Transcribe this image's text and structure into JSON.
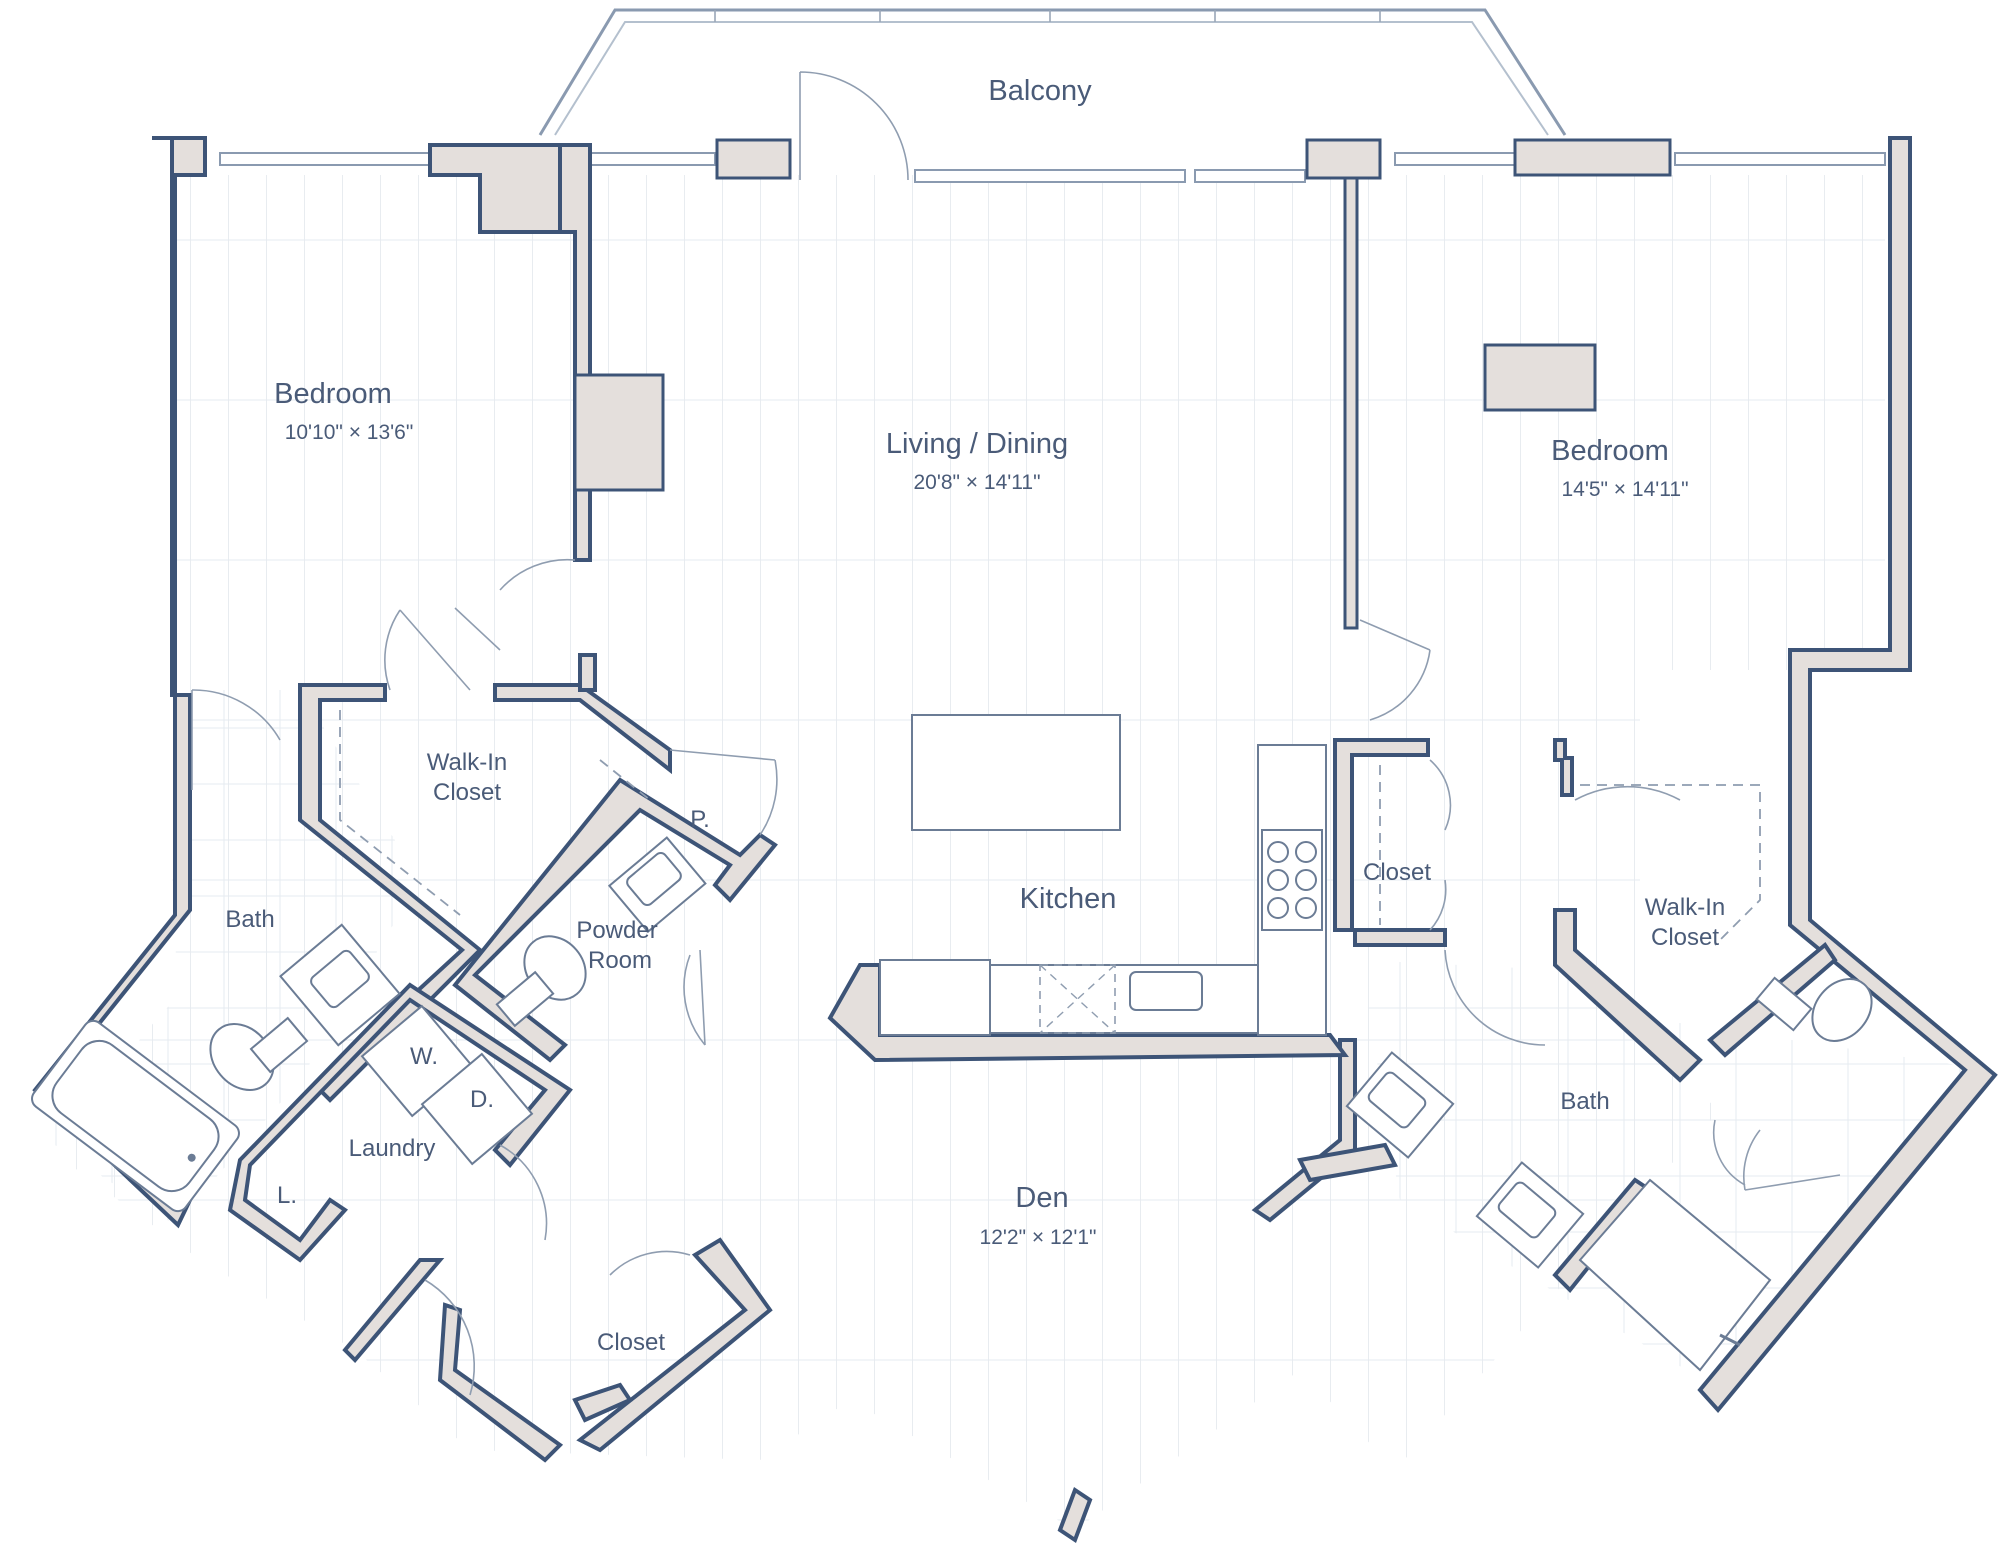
{
  "floorplan": {
    "balcony": "Balcony",
    "bedroom_left": {
      "name": "Bedroom",
      "dims": "10'10\" × 13'6\""
    },
    "living": {
      "name": "Living / Dining",
      "dims": "20'8\" × 14'11\""
    },
    "bedroom_right": {
      "name": "Bedroom",
      "dims": "14'5\" × 14'11\""
    },
    "walkin_left": {
      "line1": "Walk-In",
      "line2": "Closet"
    },
    "pantry": "P.",
    "powder": {
      "line1": "Powder",
      "line2": "Room"
    },
    "bath_left": "Bath",
    "kitchen": "Kitchen",
    "closet_center": "Closet",
    "walkin_right": {
      "line1": "Walk-In",
      "line2": "Closet"
    },
    "washer": "W.",
    "dryer": "D.",
    "laundry": "Laundry",
    "linen": "L.",
    "den": {
      "name": "Den",
      "dims": "12'2\" × 12'1\""
    },
    "closet_den": "Closet",
    "bath_right": "Bath"
  },
  "colors": {
    "wall_outline": "#3d5477",
    "wall_fill": "#e4dfdc",
    "label": "#4a5b78"
  }
}
